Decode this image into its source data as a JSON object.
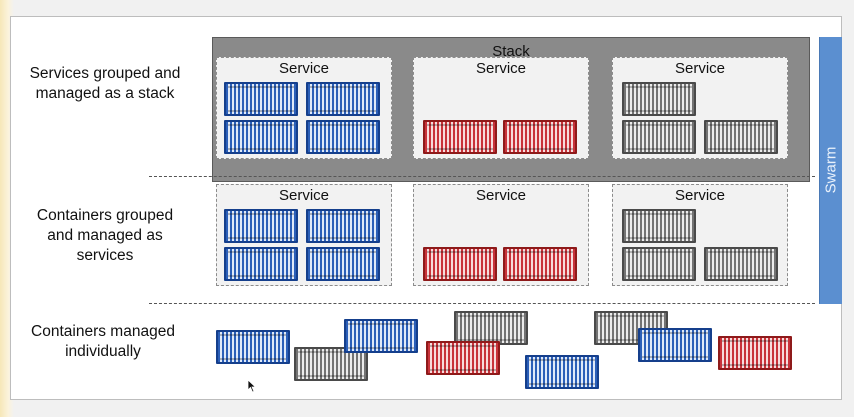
{
  "labels": {
    "row1": "Services grouped and\nmanaged as a stack",
    "row2": "Containers grouped\nand managed as\nservices",
    "row3": "Containers managed\nindividually"
  },
  "stack": {
    "title": "Stack"
  },
  "swarm": {
    "label": "Swarm"
  },
  "service_title": "Service",
  "colors": {
    "blue": "#2b5fb8",
    "red": "#c8333a",
    "gray": "#737373",
    "swarm": "#5b8fd0",
    "stack": "#8a8a8a"
  }
}
